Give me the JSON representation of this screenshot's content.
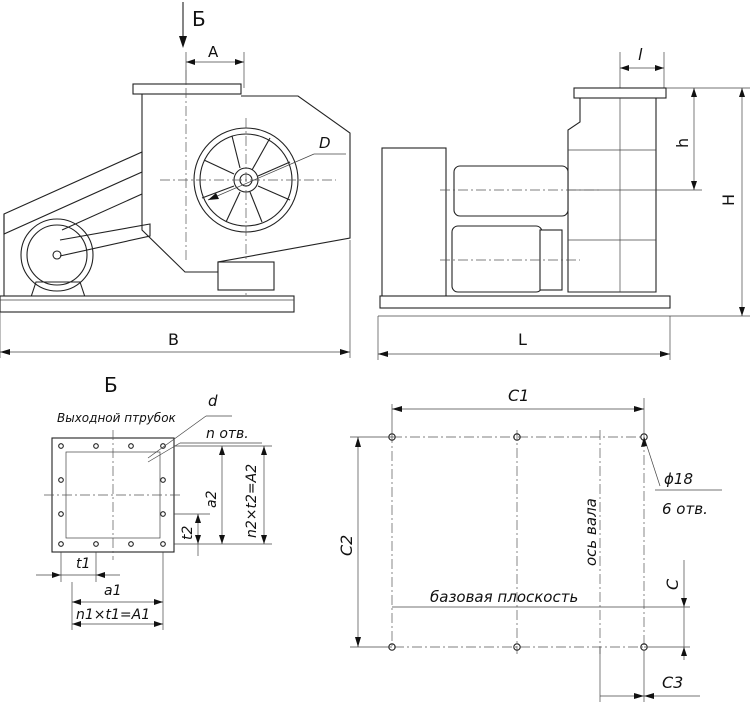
{
  "front_view": {
    "section_mark": "Б",
    "dim_A": "A",
    "dim_D": "D",
    "dim_B": "B"
  },
  "side_view": {
    "dim_l": "l",
    "dim_h": "h",
    "dim_H": "H",
    "dim_L": "L"
  },
  "outlet_detail": {
    "title": "Б",
    "caption": "Выходной птрубок",
    "dim_d": "d",
    "holes_label": "n отв.",
    "dim_a2": "a2",
    "dim_n2t2": "n2×t2=A2",
    "dim_t2": "t2",
    "dim_t1": "t1",
    "dim_a1": "a1",
    "dim_n1t1": "n1×t1=A1"
  },
  "base_plan": {
    "dim_C1": "C1",
    "dim_C2": "C2",
    "hole_dia": "ϕ18",
    "hole_count": "6 отв.",
    "shaft_axis": "ось вала",
    "base_plane": "базовая плоскость",
    "dim_C": "C",
    "dim_C3": "C3"
  }
}
